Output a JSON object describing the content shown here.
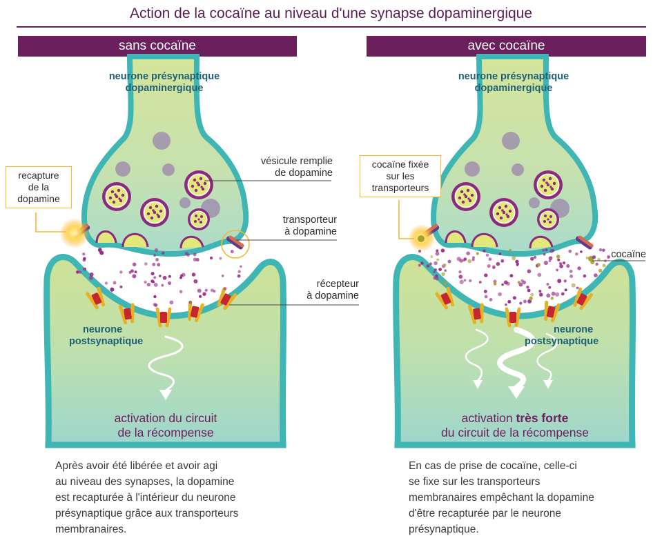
{
  "title": "Action de la cocaïne au niveau d'une synapse dopaminergique",
  "panels": {
    "left": {
      "banner": "sans cocaïne",
      "presynaptic_label": [
        "neurone présynaptique",
        "dopaminergique"
      ],
      "postsynaptic_label": [
        "neurone",
        "postsynaptique"
      ],
      "callout": [
        "recapture",
        "de la",
        "dopamine"
      ],
      "labels": {
        "vesicle": [
          "vésicule remplie",
          "de dopamine"
        ],
        "transporter": [
          "transporteur",
          "à dopamine"
        ],
        "receptor": [
          "récepteur",
          "à dopamine"
        ]
      },
      "activation": [
        "activation du circuit",
        "de la récompense"
      ],
      "description": [
        "Après avoir été libérée et avoir agi",
        "au niveau des synapses, la dopamine",
        "est recapturée à l'intérieur du neurone",
        "présynaptique grâce aux transporteurs",
        "membranaires."
      ]
    },
    "right": {
      "banner": "avec cocaïne",
      "presynaptic_label": [
        "neurone présynaptique",
        "dopaminergique"
      ],
      "postsynaptic_label": [
        "neurone",
        "postsynaptique"
      ],
      "callout": [
        "cocaïne fixée",
        "sur les",
        "transporteurs"
      ],
      "labels": {
        "cocaine": "cocaïne"
      },
      "activation": {
        "prefix": "activation ",
        "strong": "très forte",
        "line2": "du circuit de la récompense"
      },
      "description": [
        "En cas de prise de cocaïne, celle-ci",
        "se fixe sur les transporteurs",
        "membranaires empêchant la dopamine",
        "d'être recapturée par le neurone",
        "présynaptique."
      ]
    }
  },
  "colors": {
    "brand_purple": "#6b1f5c",
    "membrane_teal": "#40b8b8",
    "cytoplasm_green": "#cfe29a",
    "dopamine_dot": "#9a2a8a",
    "cocaine_dot": "#a8a030",
    "callout_border": "#f5b82e"
  }
}
